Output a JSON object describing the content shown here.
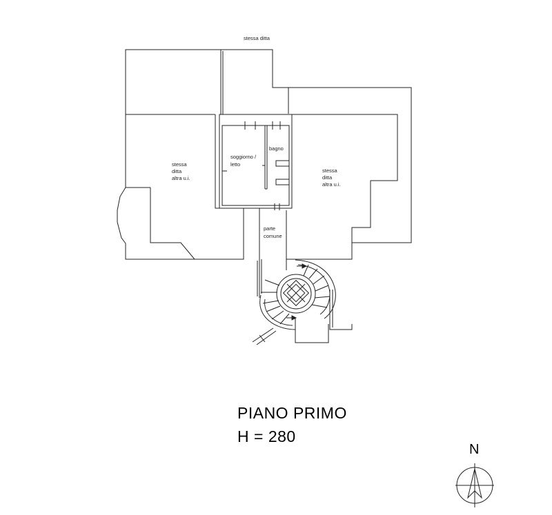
{
  "labels": {
    "top_neighbor": "stessa ditta",
    "left_unit": [
      "stessa",
      "ditta",
      "altra u.i."
    ],
    "right_unit": [
      "stessa",
      "ditta",
      "altra u.i."
    ],
    "living_room": [
      "soggiorno /",
      "letto"
    ],
    "bathroom": "bagno",
    "common_area": [
      "parte",
      "comune"
    ]
  },
  "title": {
    "floor": "PIANO PRIMO",
    "height": "H = 280"
  },
  "compass": {
    "north_label": "N"
  },
  "colors": {
    "line": "#222222",
    "background": "#ffffff"
  }
}
